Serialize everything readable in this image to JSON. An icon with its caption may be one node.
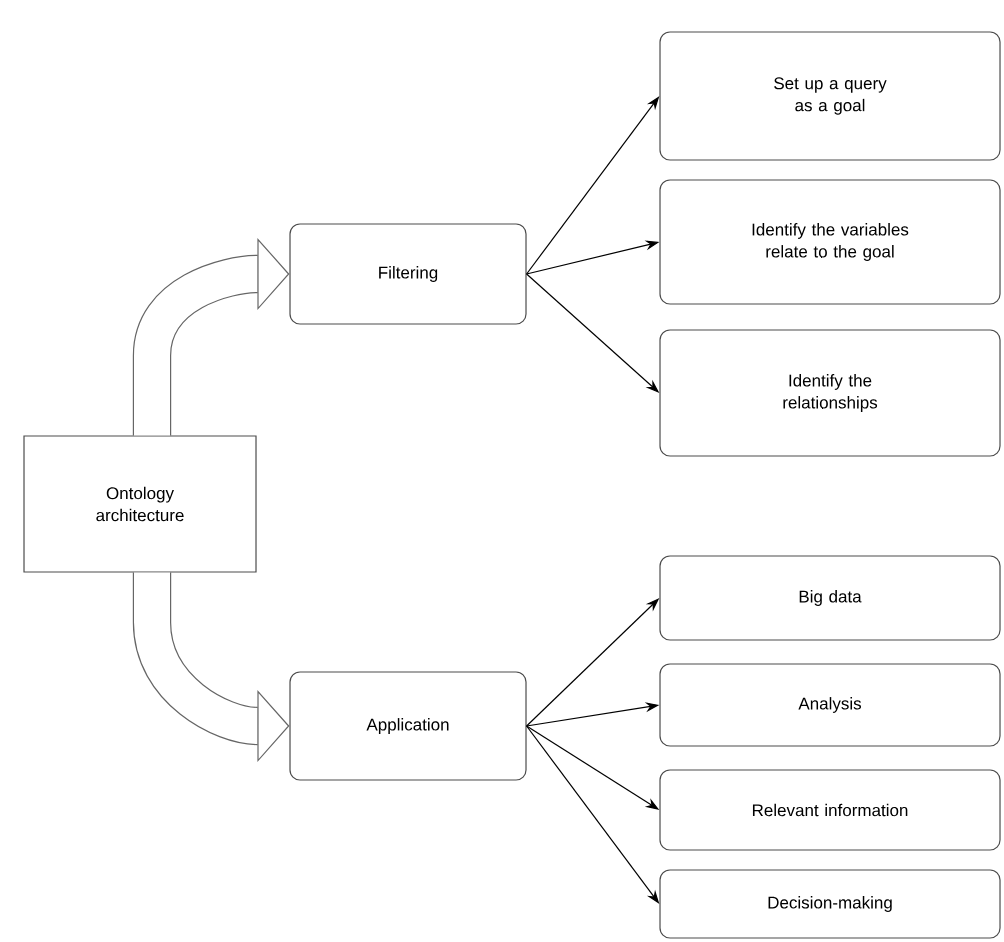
{
  "diagram": {
    "nodes": [
      {
        "text": [
          "Ontology architecture"
        ]
      },
      {
        "text": [
          "Filtering"
        ]
      },
      {
        "text": [
          "Set up a query as a goal"
        ]
      },
      {
        "text": [
          "Identify the variables relate to the goal"
        ]
      },
      {
        "text": [
          "Identify the relationships"
        ]
      },
      {
        "text": [
          "Application"
        ]
      },
      {
        "text": [
          "Big data"
        ]
      },
      {
        "text": [
          "Analysis"
        ]
      },
      {
        "text": [
          "Relevant information"
        ]
      },
      {
        "text": [
          "Decision-making"
        ]
      }
    ],
    "edges": [
      {
        "from": 0,
        "to": 1,
        "arrow": "to",
        "style": "thick",
        "color": "#666666"
      },
      {
        "from": 1,
        "to": 2,
        "arrow": "to"
      },
      {
        "from": 1,
        "to": 3,
        "arrow": "to"
      },
      {
        "from": 1,
        "to": 4,
        "arrow": "to"
      },
      {
        "from": 0,
        "to": 5,
        "arrow": "to",
        "style": "thick",
        "color": "#666666"
      },
      {
        "from": 5,
        "to": 6,
        "arrow": "to"
      },
      {
        "from": 5,
        "to": 7,
        "arrow": "to"
      },
      {
        "from": 5,
        "to": 8,
        "arrow": "to"
      },
      {
        "from": 5,
        "to": 9,
        "arrow": "to"
      }
    ]
  }
}
